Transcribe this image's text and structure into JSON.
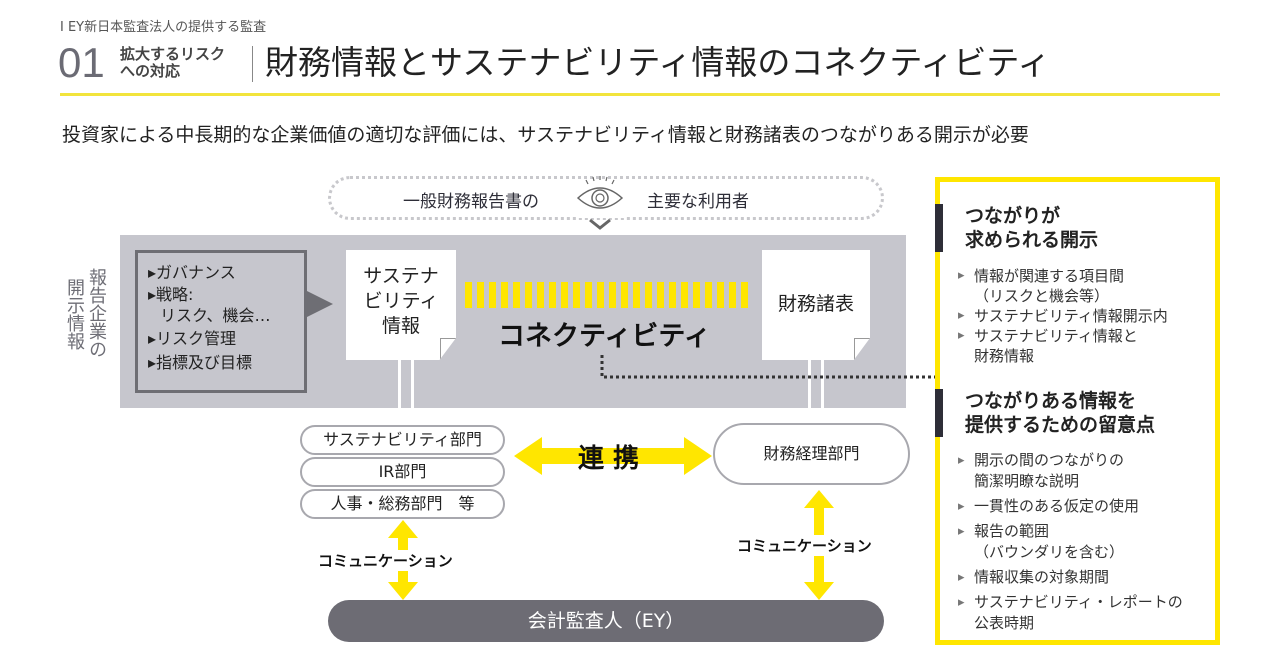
{
  "header": {
    "breadcrumb": "Ι EY新日本監査法人の提供する監査",
    "number": "01",
    "section_line1": "拡大するリスク",
    "section_line2": "への対応",
    "title": "財務情報とサステナビリティ情報のコネクティビティ"
  },
  "lead": "投資家による中長期的な企業価値の適切な評価には、サステナビリティ情報と財務諸表のつながりある開示が必要",
  "users": {
    "left": "一般財務報告書の",
    "right": "主要な利用者"
  },
  "panel": {
    "label_col1": "報告企業の",
    "label_col2": "開示情報",
    "items": [
      "ガバナンス",
      "戦略:",
      "リスク、機会…",
      "リスク管理",
      "指標及び目標"
    ],
    "doc_left": [
      "サステナ",
      "ビリティ",
      "情報"
    ],
    "doc_right": "財務諸表",
    "connectivity": "コネクティビティ"
  },
  "departments": {
    "left": [
      "サステナビリティ部門",
      "IR部門",
      "人事・総務部門　等"
    ],
    "right": "財務経理部門",
    "link": "連 携",
    "communication": "コミュニケーション"
  },
  "auditor": "会計監査人（EY）",
  "sidebar": {
    "heading1": [
      "つながりが",
      "求められる開示"
    ],
    "items1": [
      [
        "情報が関連する項目間",
        "（リスクと機会等）"
      ],
      [
        "サステナビリティ情報開示内"
      ],
      [
        "サステナビリティ情報と",
        "財務情報"
      ]
    ],
    "heading2": [
      "つながりある情報を",
      "提供するための留意点"
    ],
    "items2": [
      [
        "開示の間のつながりの",
        "簡潔明瞭な説明"
      ],
      [
        "一貫性のある仮定の使用"
      ],
      [
        "報告の範囲",
        "（バウンダリを含む）"
      ],
      [
        "情報収集の対象期間"
      ],
      [
        "サステナビリティ・レポートの",
        "公表時期"
      ]
    ]
  },
  "colors": {
    "accent": "#ffe600",
    "panel": "#c6c6cd",
    "dark": "#6d6c74"
  }
}
